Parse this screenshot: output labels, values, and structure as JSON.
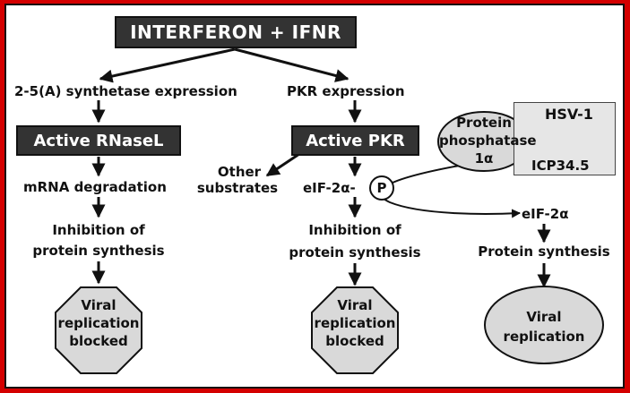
{
  "title": "INTERFERON + IFNR",
  "left_branch": {
    "expression": "2-5(A) synthetase expression",
    "active_enzyme": "Active RNaseL",
    "step1": "mRNA degradation",
    "step2_line1": "Inhibition of",
    "step2_line2": "protein synthesis",
    "outcome_line1": "Viral",
    "outcome_line2": "replication",
    "outcome_line3": "blocked"
  },
  "middle_branch": {
    "expression": "PKR expression",
    "active_enzyme": "Active PKR",
    "other_line1": "Other",
    "other_line2": "substrates",
    "phospho_target": "eIF-2α-",
    "phosphate": "P",
    "step2_line1": "Inhibition of",
    "step2_line2": "protein synthesis",
    "outcome_line1": "Viral",
    "outcome_line2": "replication",
    "outcome_line3": "blocked"
  },
  "right_branch": {
    "hsv_label": "HSV-1",
    "icp_label": "ICP34.5",
    "phosphatase_line1": "Protein",
    "phosphatase_line2": "phosphatase",
    "phosphatase_line3": "1α",
    "dephospho_target": "eIF-2α",
    "step": "Protein synthesis",
    "outcome_line1": "Viral",
    "outcome_line2": "replication"
  },
  "colors": {
    "frame": "#d40000",
    "dark_box": "#333333",
    "shape_fill": "#d9d9d9",
    "hsv_fill": "#e6e6e6"
  }
}
